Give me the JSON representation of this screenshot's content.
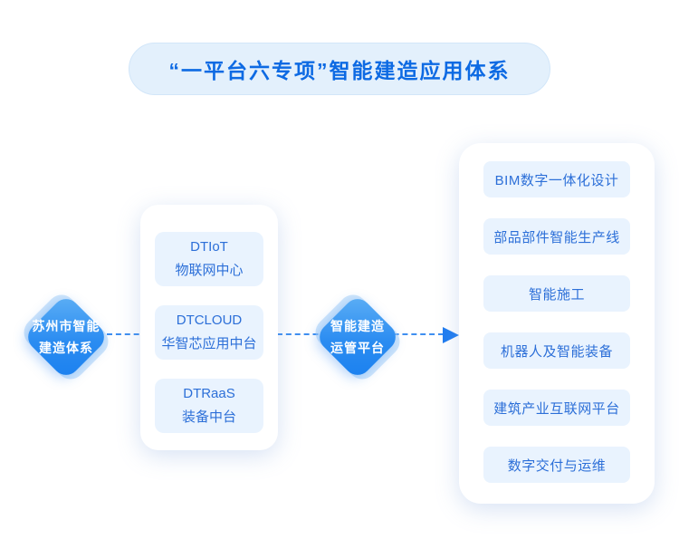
{
  "title": "“一平台六专项”智能建造应用体系",
  "left_node": {
    "line1": "苏州市智能",
    "line2": "建造体系"
  },
  "center_node": {
    "line1": "智能建造",
    "line2": "运管平台"
  },
  "platform_card": {
    "items": [
      {
        "line1": "DTIoT",
        "line2": "物联网中心"
      },
      {
        "line1": "DTCLOUD",
        "line2": "华智芯应用中台"
      },
      {
        "line1": "DTRaaS",
        "line2": "装备中台"
      }
    ]
  },
  "specials_card": {
    "items": [
      "BIM数字一体化设计",
      "部品部件智能生产线",
      "智能施工",
      "机器人及智能装备",
      "建筑产业互联网平台",
      "数字交付与运维"
    ]
  },
  "colors": {
    "title_text": "#0d6ae3",
    "title_bg": "#e3f0fc",
    "node_gradient_start": "#5eb0f5",
    "node_gradient_end": "#1a80ef",
    "box_bg": "#e9f3fe",
    "box_text": "#2c6fd8",
    "connector": "#3f8ff0",
    "arrow": "#1f7cf0"
  }
}
